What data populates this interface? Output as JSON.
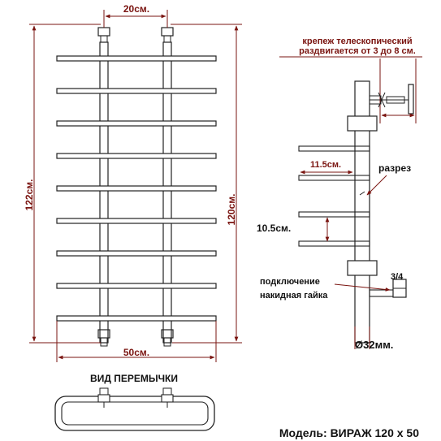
{
  "colors": {
    "line": "#222222",
    "dimension": "#7a1410",
    "ink": "#111111"
  },
  "front_view": {
    "bar_count": 9,
    "top_width_label": "20см.",
    "bottom_width_label": "50см.",
    "left_height_label": "122см.",
    "right_height_label": "120см."
  },
  "side_view": {
    "mount_note_line1": "крепеж телескопический",
    "mount_note_line2": "раздвигается от 3 до 8 см.",
    "bar_depth_label": "11.5см.",
    "cut_label": "разрез",
    "spacing_label": "10.5см.",
    "thread_label": "3/4",
    "connection_line1": "подключение",
    "connection_line2": "накидная гайка",
    "diameter_label": "Ø32мм."
  },
  "jumper_view": {
    "title": "ВИД ПЕРЕМЫЧКИ"
  },
  "model": {
    "label": "Модель: ВИРАЖ 120 x 50"
  }
}
